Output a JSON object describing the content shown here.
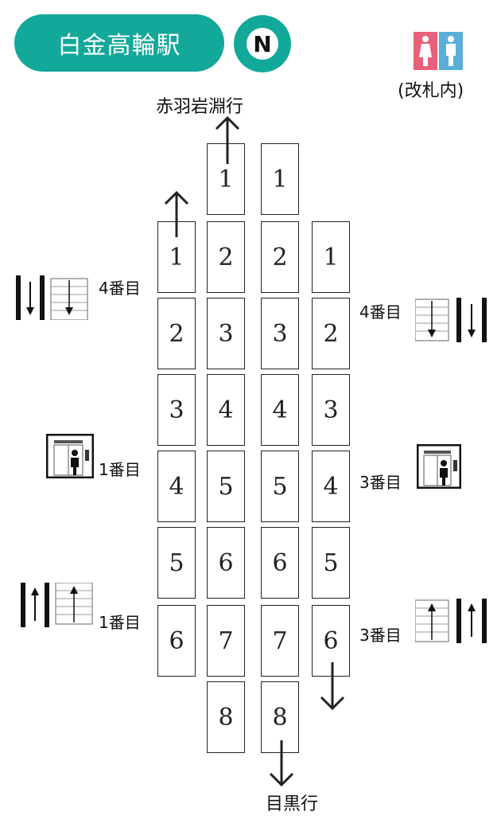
{
  "header": {
    "station_name": "白金高輪駅",
    "north_label": "N",
    "restroom_note": "(改札内)"
  },
  "directions": {
    "top": "赤羽岩淵行",
    "bottom": "目黒行"
  },
  "labels": {
    "left_escalator_down": "4番目",
    "left_elevator": "1番目",
    "left_escalator_up": "1番目",
    "right_escalator_down": "4番目",
    "right_elevator": "3番目",
    "right_escalator_up": "3番目"
  },
  "trains": {
    "col_a": [
      "1",
      "2",
      "3",
      "4",
      "5",
      "6"
    ],
    "col_b": [
      "1",
      "2",
      "3",
      "4",
      "5",
      "6",
      "7",
      "8"
    ],
    "col_c": [
      "1",
      "2",
      "3",
      "4",
      "5",
      "6",
      "7",
      "8"
    ],
    "col_d": [
      "1",
      "2",
      "3",
      "4",
      "5",
      "6"
    ]
  },
  "colors": {
    "brand": "#12a89a",
    "restroom_female": "#e8607a",
    "restroom_male": "#5aaed8"
  },
  "icons": {
    "north": "north-icon",
    "restroom": "restroom-icon",
    "escalator_down": "escalator-down-icon",
    "escalator_up": "escalator-up-icon",
    "elevator": "elevator-icon"
  }
}
